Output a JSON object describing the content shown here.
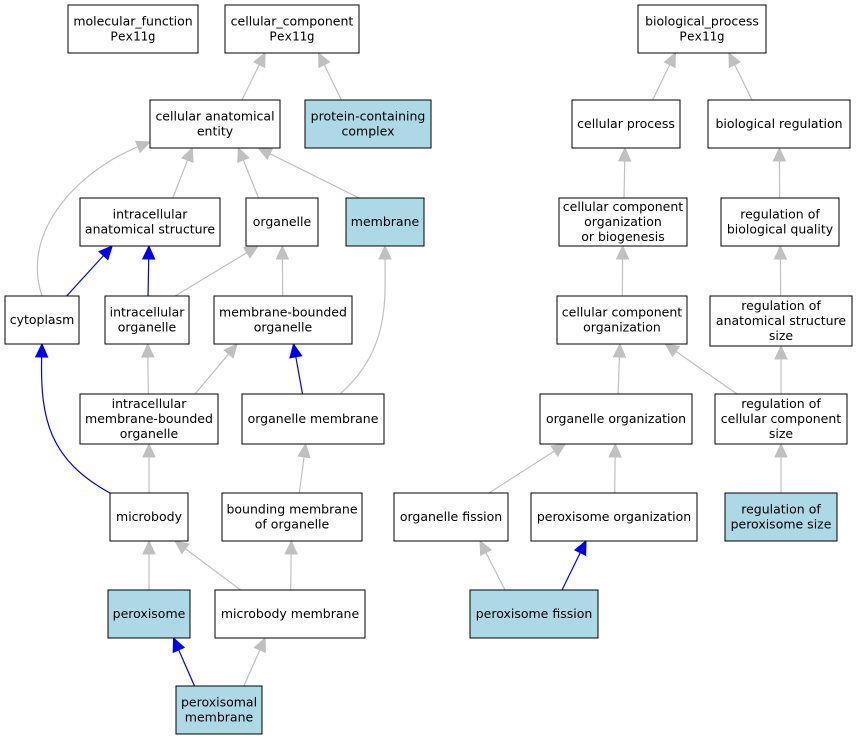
{
  "colors": {
    "highlight_fill": "#add8e6",
    "default_fill": "#ffffff",
    "edge_gray": "#c0c0c0",
    "edge_blue": "#0000ee"
  },
  "nodes": [
    {
      "id": "molecular_function",
      "lines": [
        "molecular_function",
        "Pex11g"
      ],
      "highlight": false
    },
    {
      "id": "cellular_component",
      "lines": [
        "cellular_component",
        "Pex11g"
      ],
      "highlight": false
    },
    {
      "id": "biological_process",
      "lines": [
        "biological_process",
        "Pex11g"
      ],
      "highlight": false
    },
    {
      "id": "cellular_anatomical_entity",
      "lines": [
        "cellular anatomical",
        "entity"
      ],
      "highlight": false
    },
    {
      "id": "protein_containing_complex",
      "lines": [
        "protein-containing",
        "complex"
      ],
      "highlight": true
    },
    {
      "id": "cellular_process",
      "lines": [
        "cellular process"
      ],
      "highlight": false
    },
    {
      "id": "biological_regulation",
      "lines": [
        "biological regulation"
      ],
      "highlight": false
    },
    {
      "id": "intracellular_anatomical_structure",
      "lines": [
        "intracellular",
        "anatomical structure"
      ],
      "highlight": false
    },
    {
      "id": "organelle",
      "lines": [
        "organelle"
      ],
      "highlight": false
    },
    {
      "id": "membrane",
      "lines": [
        "membrane"
      ],
      "highlight": true
    },
    {
      "id": "cc_org_biogenesis",
      "lines": [
        "cellular component",
        "organization",
        "or biogenesis"
      ],
      "highlight": false
    },
    {
      "id": "regulation_biological_quality",
      "lines": [
        "regulation of",
        "biological quality"
      ],
      "highlight": false
    },
    {
      "id": "cytoplasm",
      "lines": [
        "cytoplasm"
      ],
      "highlight": false
    },
    {
      "id": "intracellular_organelle",
      "lines": [
        "intracellular",
        "organelle"
      ],
      "highlight": false
    },
    {
      "id": "membrane_bounded_organelle",
      "lines": [
        "membrane-bounded",
        "organelle"
      ],
      "highlight": false
    },
    {
      "id": "cc_organization",
      "lines": [
        "cellular component",
        "organization"
      ],
      "highlight": false
    },
    {
      "id": "regulation_anatomical_structure_size",
      "lines": [
        "regulation of",
        "anatomical structure",
        "size"
      ],
      "highlight": false
    },
    {
      "id": "intracellular_mb_organelle",
      "lines": [
        "intracellular",
        "membrane-bounded",
        "organelle"
      ],
      "highlight": false
    },
    {
      "id": "organelle_membrane",
      "lines": [
        "organelle membrane"
      ],
      "highlight": false
    },
    {
      "id": "organelle_organization",
      "lines": [
        "organelle organization"
      ],
      "highlight": false
    },
    {
      "id": "regulation_cc_size",
      "lines": [
        "regulation of",
        "cellular component",
        "size"
      ],
      "highlight": false
    },
    {
      "id": "microbody",
      "lines": [
        "microbody"
      ],
      "highlight": false
    },
    {
      "id": "bounding_membrane",
      "lines": [
        "bounding membrane",
        "of organelle"
      ],
      "highlight": false
    },
    {
      "id": "organelle_fission",
      "lines": [
        "organelle fission"
      ],
      "highlight": false
    },
    {
      "id": "peroxisome_organization",
      "lines": [
        "peroxisome organization"
      ],
      "highlight": false
    },
    {
      "id": "regulation_peroxisome_size",
      "lines": [
        "regulation of",
        "peroxisome size"
      ],
      "highlight": true
    },
    {
      "id": "peroxisome",
      "lines": [
        "peroxisome"
      ],
      "highlight": true
    },
    {
      "id": "microbody_membrane",
      "lines": [
        "microbody membrane"
      ],
      "highlight": false
    },
    {
      "id": "peroxisome_fission",
      "lines": [
        "peroxisome fission"
      ],
      "highlight": true
    },
    {
      "id": "peroxisomal_membrane",
      "lines": [
        "peroxisomal",
        "membrane"
      ],
      "highlight": true
    }
  ],
  "edges": [
    {
      "from": "cellular_anatomical_entity",
      "to": "cellular_component",
      "type": "is_a"
    },
    {
      "from": "protein_containing_complex",
      "to": "cellular_component",
      "type": "is_a"
    },
    {
      "from": "cellular_process",
      "to": "biological_process",
      "type": "is_a"
    },
    {
      "from": "biological_regulation",
      "to": "biological_process",
      "type": "is_a"
    },
    {
      "from": "intracellular_anatomical_structure",
      "to": "cellular_anatomical_entity",
      "type": "is_a"
    },
    {
      "from": "organelle",
      "to": "cellular_anatomical_entity",
      "type": "is_a"
    },
    {
      "from": "membrane",
      "to": "cellular_anatomical_entity",
      "type": "is_a"
    },
    {
      "from": "cytoplasm",
      "to": "cellular_anatomical_entity",
      "type": "is_a"
    },
    {
      "from": "cc_org_biogenesis",
      "to": "cellular_process",
      "type": "is_a"
    },
    {
      "from": "regulation_biological_quality",
      "to": "biological_regulation",
      "type": "is_a"
    },
    {
      "from": "cytoplasm",
      "to": "intracellular_anatomical_structure",
      "type": "part_of"
    },
    {
      "from": "intracellular_organelle",
      "to": "intracellular_anatomical_structure",
      "type": "part_of"
    },
    {
      "from": "intracellular_organelle",
      "to": "organelle",
      "type": "is_a"
    },
    {
      "from": "membrane_bounded_organelle",
      "to": "organelle",
      "type": "is_a"
    },
    {
      "from": "organelle_membrane",
      "to": "membrane",
      "type": "is_a"
    },
    {
      "from": "cc_organization",
      "to": "cc_org_biogenesis",
      "type": "is_a"
    },
    {
      "from": "regulation_anatomical_structure_size",
      "to": "regulation_biological_quality",
      "type": "is_a"
    },
    {
      "from": "intracellular_mb_organelle",
      "to": "intracellular_organelle",
      "type": "is_a"
    },
    {
      "from": "intracellular_mb_organelle",
      "to": "membrane_bounded_organelle",
      "type": "is_a"
    },
    {
      "from": "organelle_membrane",
      "to": "membrane_bounded_organelle",
      "type": "part_of"
    },
    {
      "from": "organelle_organization",
      "to": "cc_organization",
      "type": "is_a"
    },
    {
      "from": "regulation_cc_size",
      "to": "cc_organization",
      "type": "is_a"
    },
    {
      "from": "regulation_cc_size",
      "to": "regulation_anatomical_structure_size",
      "type": "is_a"
    },
    {
      "from": "microbody",
      "to": "intracellular_mb_organelle",
      "type": "is_a"
    },
    {
      "from": "microbody",
      "to": "cytoplasm",
      "type": "part_of"
    },
    {
      "from": "bounding_membrane",
      "to": "organelle_membrane",
      "type": "is_a"
    },
    {
      "from": "organelle_fission",
      "to": "organelle_organization",
      "type": "is_a"
    },
    {
      "from": "peroxisome_organization",
      "to": "organelle_organization",
      "type": "is_a"
    },
    {
      "from": "regulation_peroxisome_size",
      "to": "regulation_cc_size",
      "type": "is_a"
    },
    {
      "from": "peroxisome",
      "to": "microbody",
      "type": "is_a"
    },
    {
      "from": "microbody_membrane",
      "to": "microbody",
      "type": "is_a"
    },
    {
      "from": "microbody_membrane",
      "to": "bounding_membrane",
      "type": "is_a"
    },
    {
      "from": "peroxisome_fission",
      "to": "organelle_fission",
      "type": "is_a"
    },
    {
      "from": "peroxisome_fission",
      "to": "peroxisome_organization",
      "type": "part_of"
    },
    {
      "from": "peroxisomal_membrane",
      "to": "peroxisome",
      "type": "part_of"
    },
    {
      "from": "peroxisomal_membrane",
      "to": "microbody_membrane",
      "type": "is_a"
    }
  ]
}
